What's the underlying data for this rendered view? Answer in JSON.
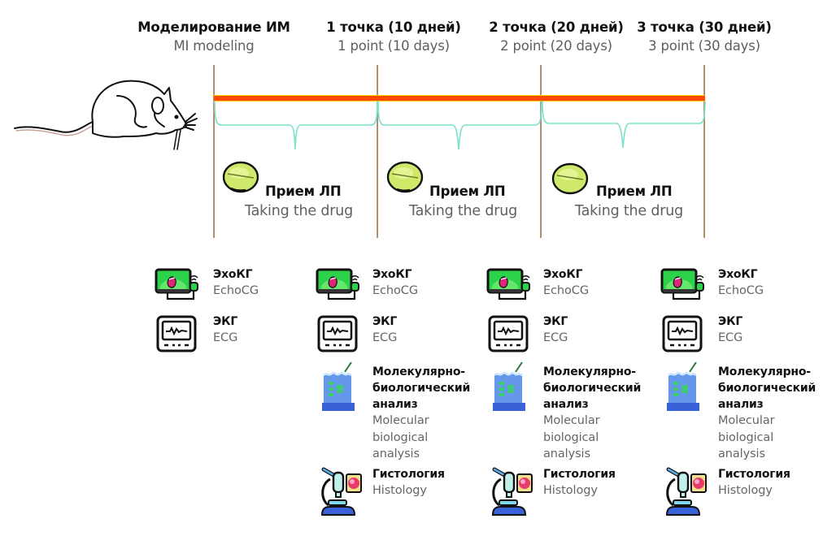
{
  "colors": {
    "timeline": "#ff4a00",
    "timeline_edge": "#ffd200",
    "bracket": "#7be3cc",
    "marker": "#a88766",
    "ru_text": "#111111",
    "en_text": "#5f5f5f",
    "pill": "#c8ea5a",
    "screen_green": "#2bd24a",
    "blue": "#3c6fe0"
  },
  "headers": [
    {
      "ru": "Моделирование ИМ",
      "en": "MI modeling"
    },
    {
      "ru": "1 точка (10 дней)",
      "en": "1 point (10 days)"
    },
    {
      "ru": "2 точка (20 дней)",
      "en": "2 point (20 days)"
    },
    {
      "ru": "3 точка (30 дней)",
      "en": "3 point (30 days)"
    }
  ],
  "drug_intervals": [
    {
      "ru": "Прием ЛП",
      "en": "Taking the drug",
      "icon": "pill-icon"
    },
    {
      "ru": "Прием ЛП",
      "en": "Taking the drug",
      "icon": "pill-icon"
    },
    {
      "ru": "Прием ЛП",
      "en": "Taking the drug",
      "icon": "pill-icon"
    }
  ],
  "subject_icon": "rat-icon",
  "columns": [
    {
      "exams": [
        {
          "ru": "ЭхоКГ",
          "en": "EchoCG",
          "icon": "echocardiograph-icon"
        },
        {
          "ru": "ЭКГ",
          "en": "ECG",
          "icon": "ecg-monitor-icon"
        }
      ]
    },
    {
      "exams": [
        {
          "ru": "ЭхоКГ",
          "en": "EchoCG",
          "icon": "echocardiograph-icon"
        },
        {
          "ru": "ЭКГ",
          "en": "ECG",
          "icon": "ecg-monitor-icon"
        },
        {
          "ru": "Молекулярно-\nбиологический\nанализ",
          "en": "Molecular\nbiological\nanalysis",
          "icon": "gel-analysis-icon"
        },
        {
          "ru": "Гистология",
          "en": "Histology",
          "icon": "microscope-icon"
        }
      ]
    },
    {
      "exams": [
        {
          "ru": "ЭхоКГ",
          "en": "EchoCG",
          "icon": "echocardiograph-icon"
        },
        {
          "ru": "ЭКГ",
          "en": "ECG",
          "icon": "ecg-monitor-icon"
        },
        {
          "ru": "Молекулярно-\nбиологический\nанализ",
          "en": "Molecular\nbiological\nanalysis",
          "icon": "gel-analysis-icon"
        },
        {
          "ru": "Гистология",
          "en": "Histology",
          "icon": "microscope-icon"
        }
      ]
    },
    {
      "exams": [
        {
          "ru": "ЭхоКГ",
          "en": "EchoCG",
          "icon": "echocardiograph-icon"
        },
        {
          "ru": "ЭКГ",
          "en": "ECG",
          "icon": "ecg-monitor-icon"
        },
        {
          "ru": "Молекулярно-\nбиологический\nанализ",
          "en": "Molecular\nbiological\nanalysis",
          "icon": "gel-analysis-icon"
        },
        {
          "ru": "Гистология",
          "en": "Histology",
          "icon": "microscope-icon"
        }
      ]
    }
  ]
}
